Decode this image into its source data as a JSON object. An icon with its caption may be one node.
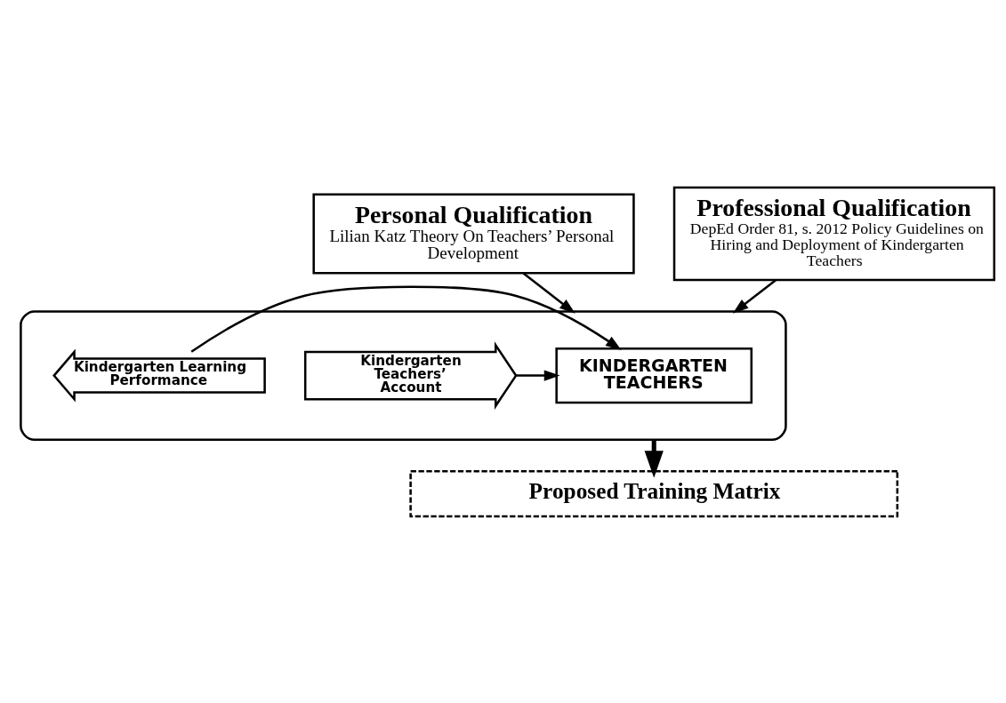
{
  "diagram": {
    "nodes": [
      {
        "text": [
          "Personal Qualification",
          "Lilian Katz Theory On Teachers’ Personal Development"
        ]
      },
      {
        "text": [
          "Professional Qualification",
          "DepEd Order 81, s. 2012 Policy Guidelines on Hiring and Deployment of Kindergarten Teachers"
        ]
      },
      {
        "text": [],
        "shape": "ellipse"
      },
      {
        "text": [
          "Kindergarten Teachers’ Account"
        ],
        "in": 2
      },
      {
        "text": [
          "KINDERGARTEN TEACHERS"
        ],
        "in": 2
      },
      {
        "text": [
          "Kindergarten Learning Performance"
        ],
        "in": 2
      },
      {
        "text": [
          "Proposed Training Matrix"
        ]
      }
    ],
    "edges": [
      {
        "from": 0,
        "to": 2,
        "arrow": "to"
      },
      {
        "from": 1,
        "to": 2,
        "arrow": "to"
      },
      {
        "from": 3,
        "to": 4,
        "arrow": "to"
      },
      {
        "from": 5,
        "to": 4,
        "arrow": "to"
      },
      {
        "from": 2,
        "to": 6,
        "arrow": "to",
        "style": "thick"
      }
    ]
  }
}
